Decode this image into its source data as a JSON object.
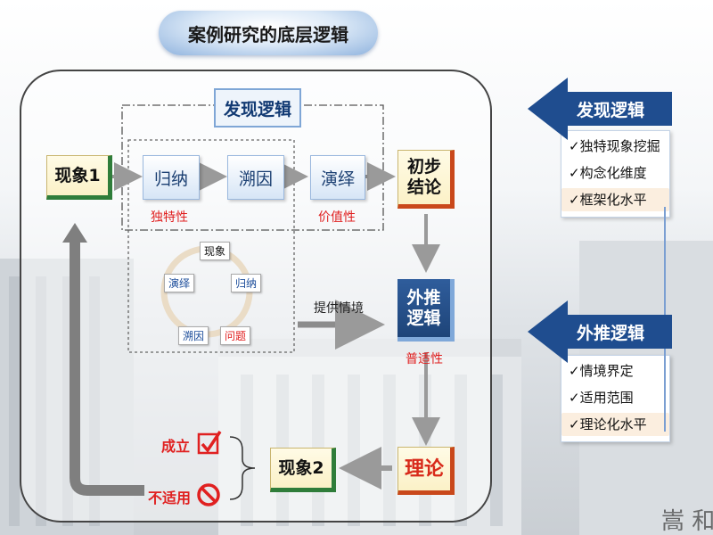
{
  "title": "案例研究的底层逻辑",
  "discovery_label": "发现逻辑",
  "nodes": {
    "phenomenon1": "现象1",
    "induction": "归纳",
    "abduction": "溯因",
    "deduction": "演绎",
    "prelim_conclusion": "初步\n结论",
    "extrapolation_logic": "外推\n逻辑",
    "theory": "理论",
    "phenomenon2": "现象2"
  },
  "labels": {
    "uniqueness": "独特性",
    "value": "价值性",
    "provide_context": "提供情境",
    "universality": "普适性",
    "holds": "成立",
    "not_applicable": "不适用"
  },
  "cycle": {
    "top": "现象",
    "right": "归纳",
    "bottom_right": "问题",
    "bottom_left": "溯因",
    "left": "演绎"
  },
  "right_panels": [
    {
      "tab": "发现逻辑",
      "items": [
        "✓独特现象挖掘",
        "✓构念化维度",
        "✓框架化水平"
      ]
    },
    {
      "tab": "外推逻辑",
      "items": [
        "✓情境界定",
        "✓适用范围",
        "✓理论化水平"
      ]
    }
  ],
  "colors": {
    "navy": "#1e4478",
    "accent_red": "#e02020",
    "green_edge": "#2f7d3a",
    "orange_edge": "#c9481b"
  }
}
